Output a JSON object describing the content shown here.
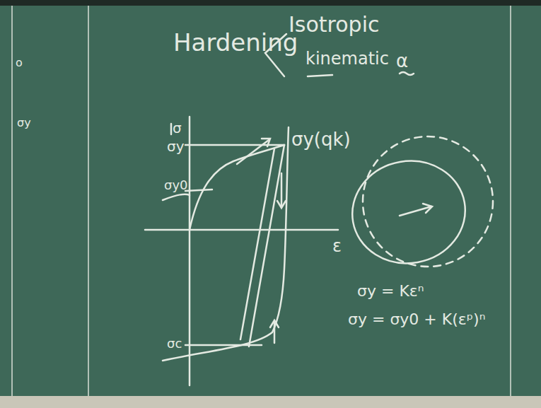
{
  "diagram": {
    "labels": [
      "Hardening",
      "Isotropic",
      "kinematic",
      "α",
      "σ",
      "σy",
      "σy0",
      "σy(qk)",
      "σc",
      "ε",
      "σy = Kεⁿ",
      "σy = σy0 + K(εᵖ)ⁿ",
      "o",
      "σy"
    ]
  }
}
